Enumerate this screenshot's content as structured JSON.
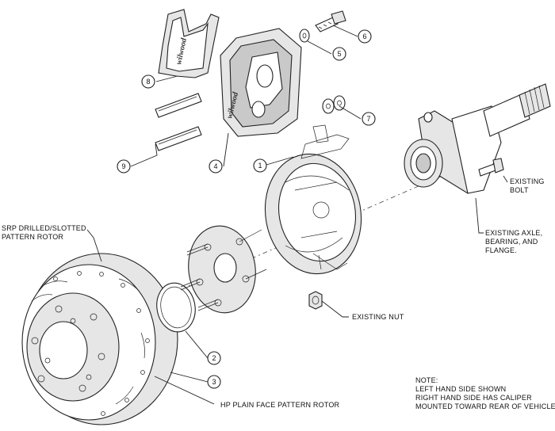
{
  "callouts": [
    {
      "id": "1",
      "text": "1"
    },
    {
      "id": "2",
      "text": "2"
    },
    {
      "id": "3",
      "text": "3"
    },
    {
      "id": "4",
      "text": "4"
    },
    {
      "id": "5",
      "text": "5"
    },
    {
      "id": "6",
      "text": "6"
    },
    {
      "id": "7",
      "text": "7"
    },
    {
      "id": "8",
      "text": "8"
    },
    {
      "id": "9",
      "text": "9"
    }
  ],
  "labels": {
    "srp_rotor": [
      "SRP DRILLED/SLOTTED",
      "PATTERN ROTOR"
    ],
    "hp_rotor": "HP PLAIN FACE PATTERN ROTOR",
    "existing_bolt": [
      "EXISTING",
      "BOLT"
    ],
    "existing_axle": [
      "EXISTING AXLE,",
      "BEARING, AND",
      "FLANGE."
    ],
    "existing_nut": "EXISTING NUT",
    "note": [
      "NOTE:",
      "LEFT HAND SIDE SHOWN",
      "RIGHT HAND SIDE HAS CALIPER",
      "MOUNTED TOWARD REAR OF VEHICLE"
    ]
  },
  "brand_marks": [
    "wilwood",
    "wilwood"
  ]
}
